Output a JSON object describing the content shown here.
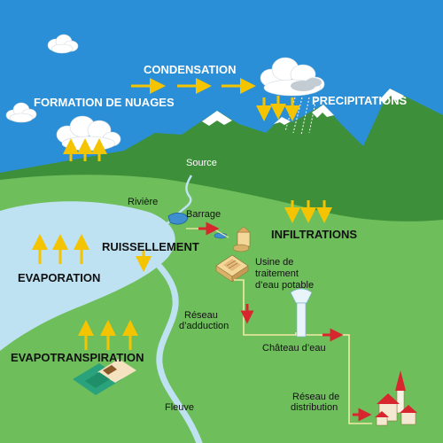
{
  "labels": {
    "condensation": "CONDENSATION",
    "formation_nuages": "FORMATION DE NUAGES",
    "precipitations": "PRECIPITATIONS",
    "source": "Source",
    "riviere": "Rivière",
    "barrage": "Barrage",
    "ruissellement": "RUISSELLEMENT",
    "infiltrations": "INFILTRATIONS",
    "evaporation": "EVAPORATION",
    "usine_line1": "Usine de",
    "usine_line2": "traitement",
    "usine_line3": "d’eau potable",
    "reseau_adduction_line1": "Réseau",
    "reseau_adduction_line2": "d’adduction",
    "chateau_eau": "Château d’eau",
    "evapotranspiration": "EVAPOTRANSPIRATION",
    "fleuve": "Fleuve",
    "reseau_distribution_line1": "Réseau de",
    "reseau_distribution_line2": "distribution"
  },
  "colors": {
    "sky": "#2a8fd6",
    "mountain": "#3e8f3a",
    "grass": "#6fbe5c",
    "water": "#bfe2f2",
    "arrow_yellow": "#f5c400",
    "arrow_red": "#d8262e",
    "pipe": "#f2eaa8",
    "cloud": "#ffffff"
  }
}
